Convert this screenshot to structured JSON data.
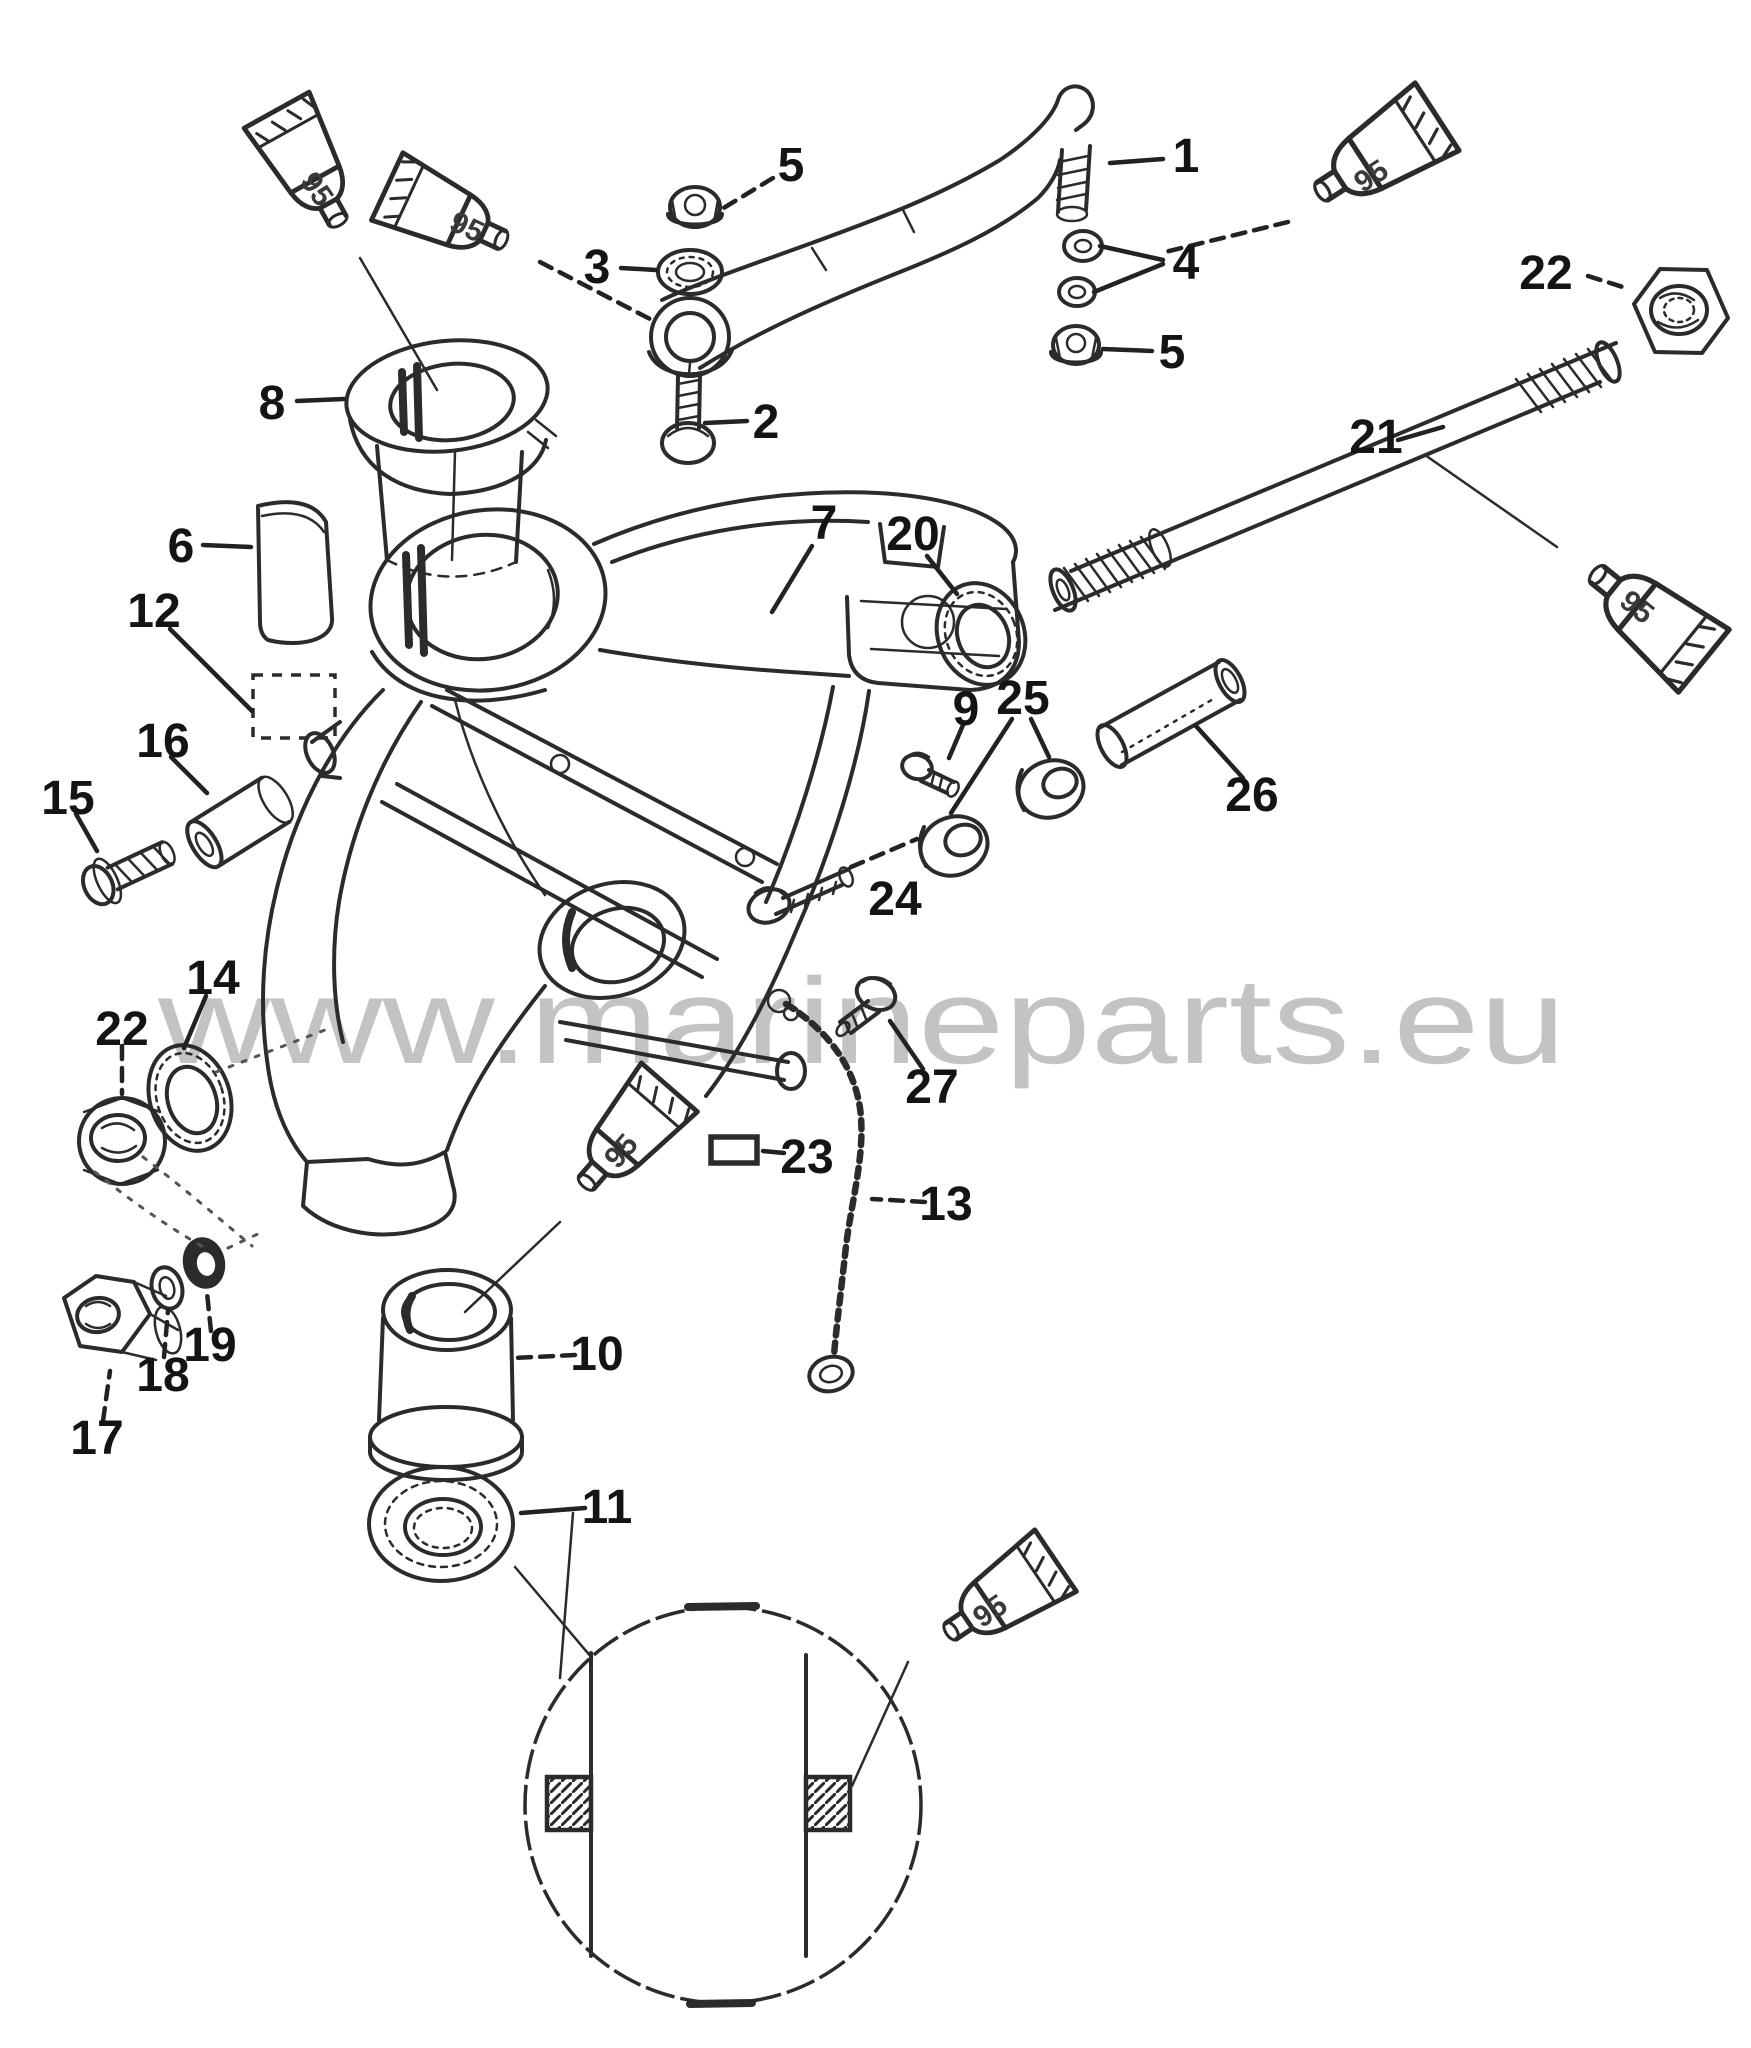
{
  "watermark": {
    "text": "www.marineparts.eu",
    "color": "#c3c3c3"
  },
  "diagram": {
    "type": "exploded-parts-diagram",
    "subject": "outboard-swivel-bracket-assembly",
    "line_color": "#2b2b2b",
    "background": "#ffffff"
  },
  "labels": [
    {
      "n": "1"
    },
    {
      "n": "2"
    },
    {
      "n": "3"
    },
    {
      "n": "4"
    },
    {
      "n": "5"
    },
    {
      "n": "5"
    },
    {
      "n": "6"
    },
    {
      "n": "7"
    },
    {
      "n": "8"
    },
    {
      "n": "9"
    },
    {
      "n": "10"
    },
    {
      "n": "11"
    },
    {
      "n": "12"
    },
    {
      "n": "13"
    },
    {
      "n": "14"
    },
    {
      "n": "15"
    },
    {
      "n": "16"
    },
    {
      "n": "17"
    },
    {
      "n": "18"
    },
    {
      "n": "19"
    },
    {
      "n": "20"
    },
    {
      "n": "21"
    },
    {
      "n": "22"
    },
    {
      "n": "22"
    },
    {
      "n": "23"
    },
    {
      "n": "24"
    },
    {
      "n": "25"
    },
    {
      "n": "26"
    },
    {
      "n": "27"
    }
  ],
  "tubes": [
    "95",
    "95",
    "95",
    "95",
    "95",
    "95"
  ]
}
